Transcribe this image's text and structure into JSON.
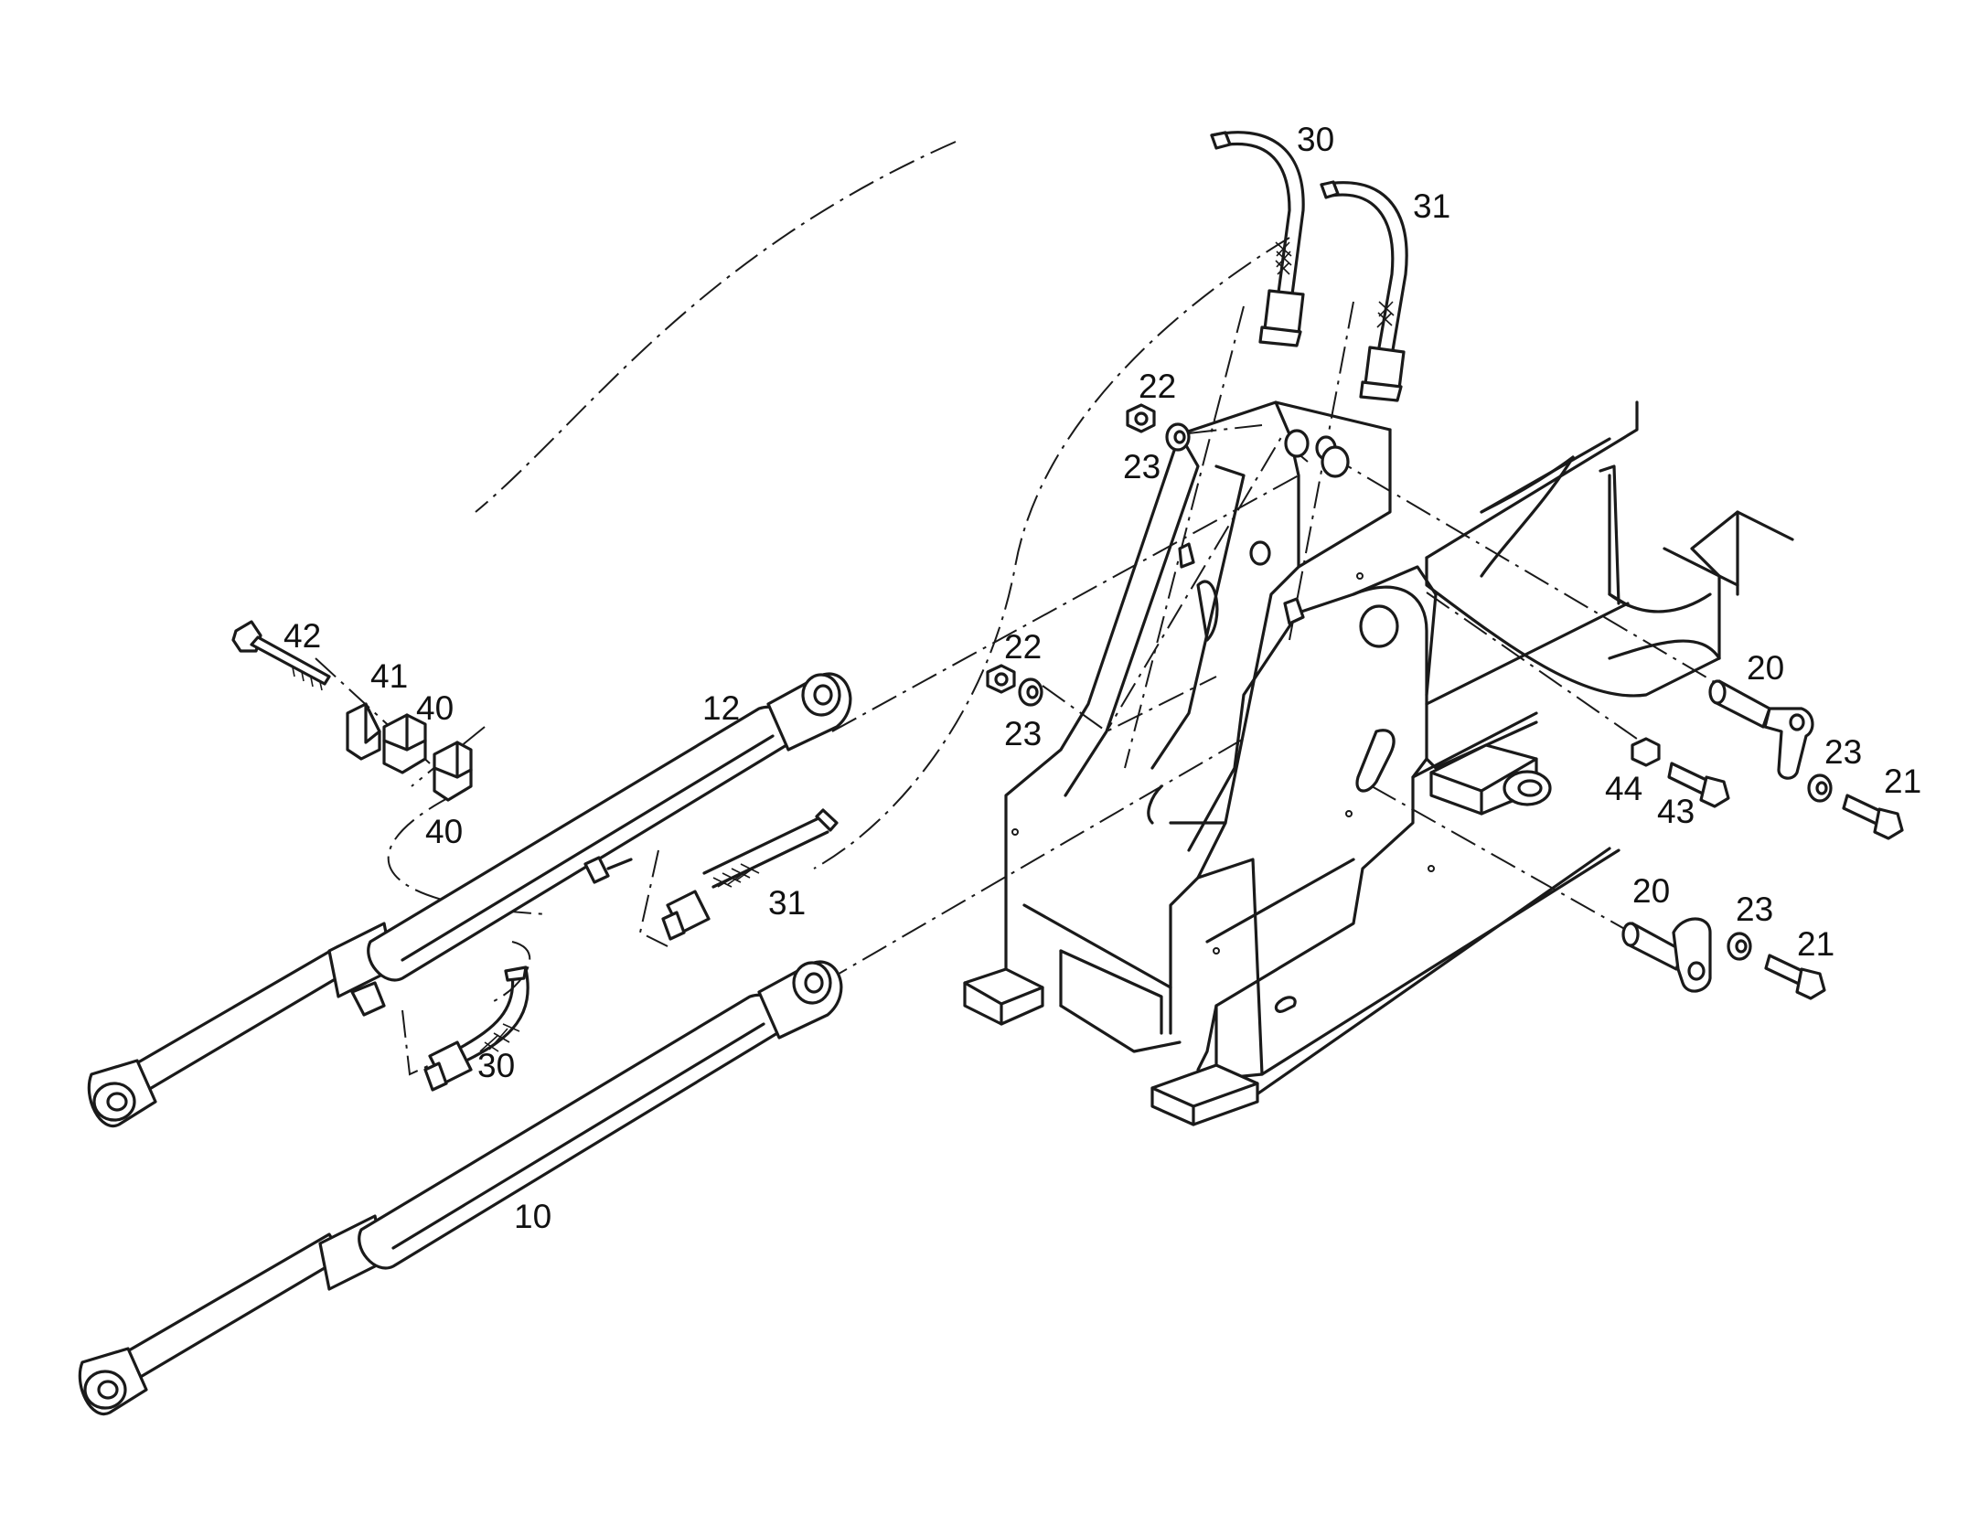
{
  "callouts": {
    "c30_top": "30",
    "c31_top": "31",
    "c22_upper": "22",
    "c23_upper": "23",
    "c22_mid": "22",
    "c23_mid": "23",
    "c42": "42",
    "c41": "41",
    "c40_upper": "40",
    "c40_lower": "40",
    "c12": "12",
    "c31_low": "31",
    "c30_low": "30",
    "c10": "10",
    "c20_upper": "20",
    "c23_right_upper": "23",
    "c21_upper": "21",
    "c44": "44",
    "c43": "43",
    "c20_lower": "20",
    "c23_right_lower": "23",
    "c21_lower": "21"
  },
  "colors": {
    "ink": "#1a1a1a",
    "paper": "#ffffff"
  }
}
